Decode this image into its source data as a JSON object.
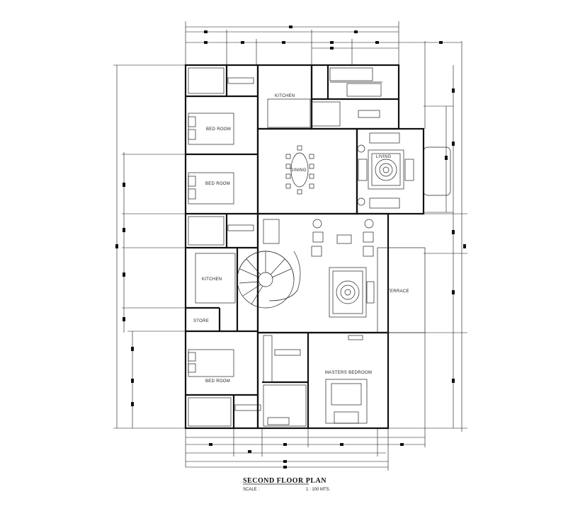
{
  "drawing": {
    "title": "SECOND FLOOR PLAN",
    "scale_label": "SCALE :",
    "scale_value": "1 : 100 MTS."
  },
  "rooms": {
    "kitchen_top": "KITCHEN",
    "bedroom_1": "BED ROOM",
    "bedroom_2": "BED ROOM",
    "dining": "DINING",
    "living": "LIVING",
    "kitchen_mid": "KITCHEN",
    "store": "STORE",
    "terrace": "TERRACE",
    "bedroom_3": "BED ROOM",
    "master_bedroom": "MASTERS BEDROOM"
  },
  "colors": {
    "line": "#111111",
    "background": "#ffffff",
    "hatch": "#444444"
  }
}
